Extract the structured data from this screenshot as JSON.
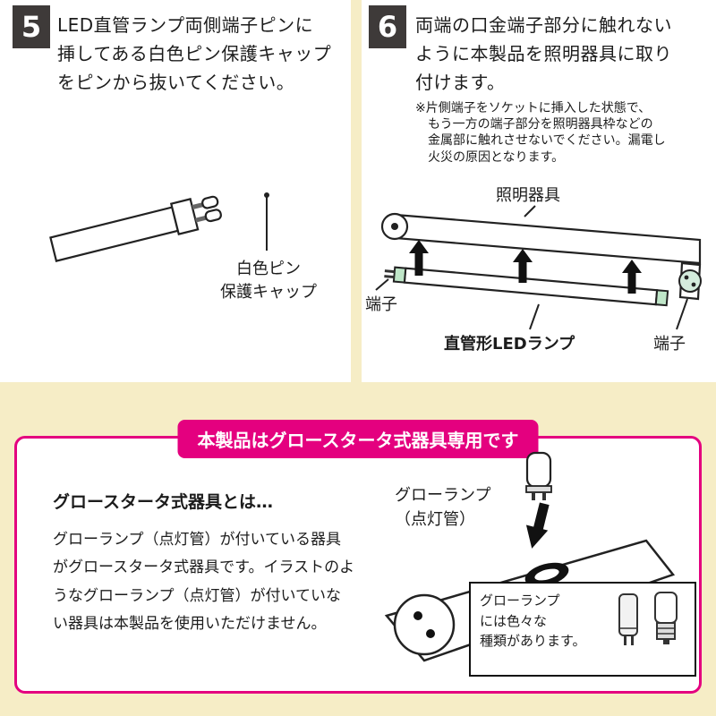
{
  "colors": {
    "background": "#f6edc6",
    "panel": "#ffffff",
    "accent_pink": "#e4007f",
    "step_badge": "#3e3a39",
    "tube_cap_green": "#bfe6c8"
  },
  "step5": {
    "number": "5",
    "instruction": "LED直管ランプ両側端子ピンに\n挿してある白色ピン保護キャップ\nをピンから抜いてください。",
    "cap_label": "白色ピン\n保護キャップ"
  },
  "step6": {
    "number": "6",
    "instruction": "両端の口金端子部分に触れない\nように本製品を照明器具に取り\n付けます。",
    "note": "※片側端子をソケットに挿入した状態で、\n　もう一方の端子部分を照明器具枠などの\n　金属部に触れさせないでください。漏電し\n　火災の原因となります。",
    "labels": {
      "fixture": "照明器具",
      "terminal_left": "端子",
      "lamp": "直管形LEDランプ",
      "terminal_right": "端子"
    }
  },
  "notice": {
    "badge": "本製品はグロースタータ式器具専用です",
    "heading": "グロースタータ式器具とは…",
    "body": "グローランプ（点灯管）が付いている器具\nがグロースタータ式器具です。イラストのよ\nうなグローランプ（点灯管）が付いていな\nい器具は本製品を使用いただけません。",
    "glow_lamp_label": "グローランプ\n（点灯管）",
    "variety_note": "グローランプ\nには色々な\n種類があります。"
  }
}
